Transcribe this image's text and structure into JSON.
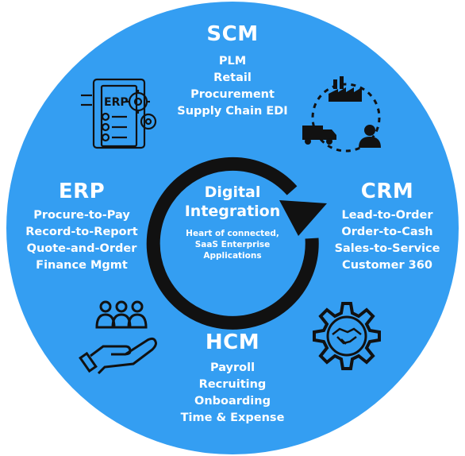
{
  "center": {
    "title_line1": "Digital",
    "title_line2": "Integration",
    "subtitle_lines": [
      "Heart of connected,",
      "SaaS Enterprise",
      "Applications"
    ]
  },
  "sections": {
    "scm": {
      "heading": "SCM",
      "items": [
        "PLM",
        "Retail",
        "Procurement",
        "Supply Chain EDI"
      ]
    },
    "erp": {
      "heading": "ERP",
      "items": [
        "Procure-to-Pay",
        "Record-to-Report",
        "Quote-and-Order",
        "Finance Mgmt"
      ]
    },
    "crm": {
      "heading": "CRM",
      "items": [
        "Lead-to-Order",
        "Order-to-Cash",
        "Sales-to-Service",
        "Customer 360"
      ]
    },
    "hcm": {
      "heading": "HCM",
      "items": [
        "Payroll",
        "Recruiting",
        "Onboarding",
        "Time & Expense"
      ]
    }
  },
  "icons": {
    "erp_document": "ERP",
    "erp_icon": "erp-document-gears-icon",
    "scm_icon": "factory-truck-person-cycle-icon",
    "hcm_icon": "hand-holding-people-icon",
    "crm_icon": "gear-handshake-icon"
  },
  "colors": {
    "circle": "#349ef2",
    "ring": "#111111",
    "text": "#ffffff"
  }
}
